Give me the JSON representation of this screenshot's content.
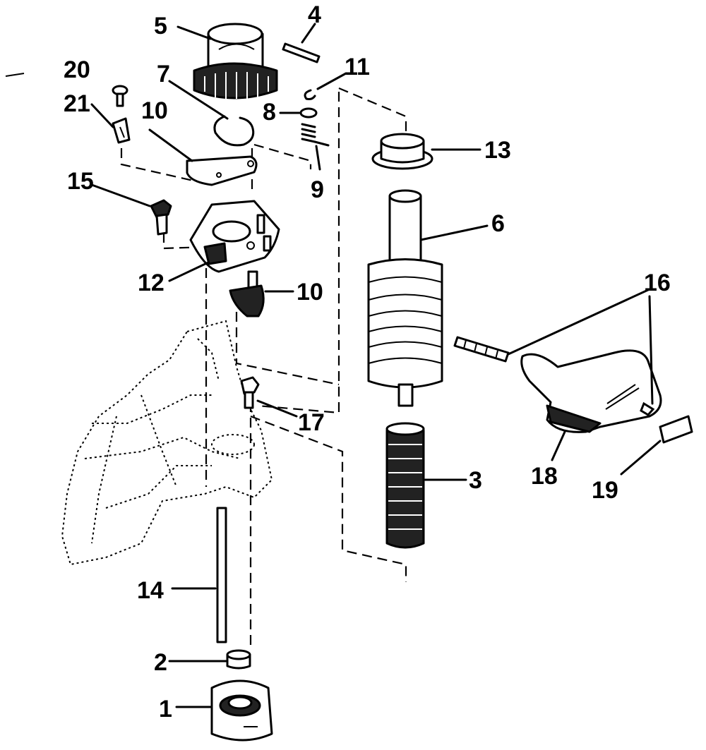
{
  "labels": {
    "p1": "1",
    "p2": "2",
    "p3": "3",
    "p4": "4",
    "p5": "5",
    "p6": "6",
    "p7": "7",
    "p8": "8",
    "p9": "9",
    "p10a": "10",
    "p10b": "10",
    "p11": "11",
    "p12": "12",
    "p13": "13",
    "p14": "14",
    "p15": "15",
    "p16": "16",
    "p17": "17",
    "p18": "18",
    "p19": "19",
    "p20": "20",
    "p21": "21"
  }
}
